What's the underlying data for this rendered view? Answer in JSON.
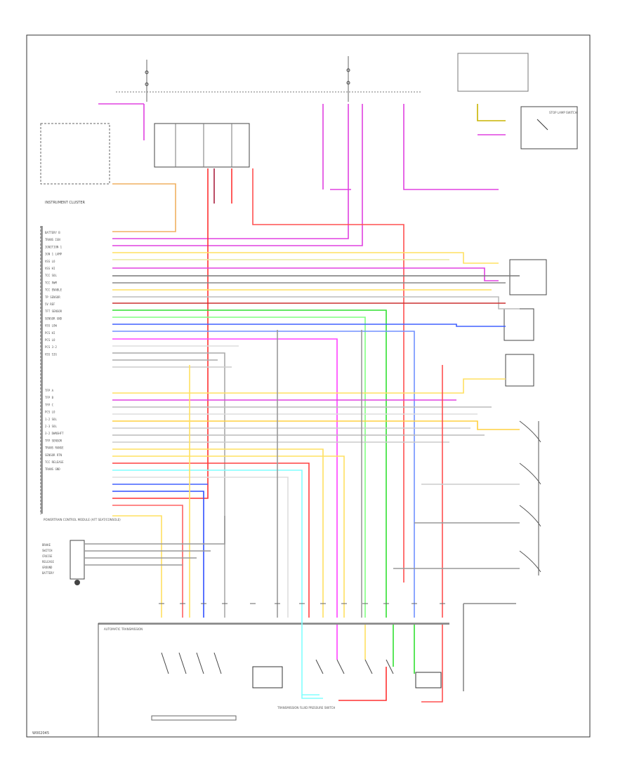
{
  "diagram": {
    "footer_id": "W002045",
    "labels": {
      "instrument_cluster": "INSTRUMENT CLUSTER",
      "powertrain_module": "POWERTRAIN CONTROL MODULE (AFT SEAT/CONSOLE)",
      "automatic_transmission": "AUTOMATIC TRANSMISSION",
      "pressure_switch": "TRANSMISSION FLUID PRESSURE SWITCH",
      "brake_switch": "STOP LAMP SWITCH"
    },
    "left_pins": [
      "BATTERY B",
      "TRANS IGN",
      "IGNITION 1",
      "IGN 1 LAMP",
      "VSS LO",
      "VSS HI",
      "TCC SOL",
      "TCC PWM",
      "TCC ENABLE",
      "TP SENSOR",
      "5V REF",
      "TFT SENSOR",
      "SENSOR GND",
      "VSS LOW",
      "PCS HI",
      "PCS LO",
      "PCS 3-2",
      "VSS SIG",
      "TFP A",
      "TFP B",
      "TFP C",
      "PCS LO",
      "1-2 SOL",
      "2-3 SOL",
      "3-2 DWNSHFT",
      "TFP SENSOR",
      "TRANS RANGE",
      "SENSOR RTN",
      "TCC RELEASE",
      "TRANS GND"
    ],
    "bottom_left_labels": [
      "BRAKE",
      "SWITCH",
      "CRUISE",
      "RELEASE",
      "GROUND",
      "BATTERY"
    ]
  }
}
